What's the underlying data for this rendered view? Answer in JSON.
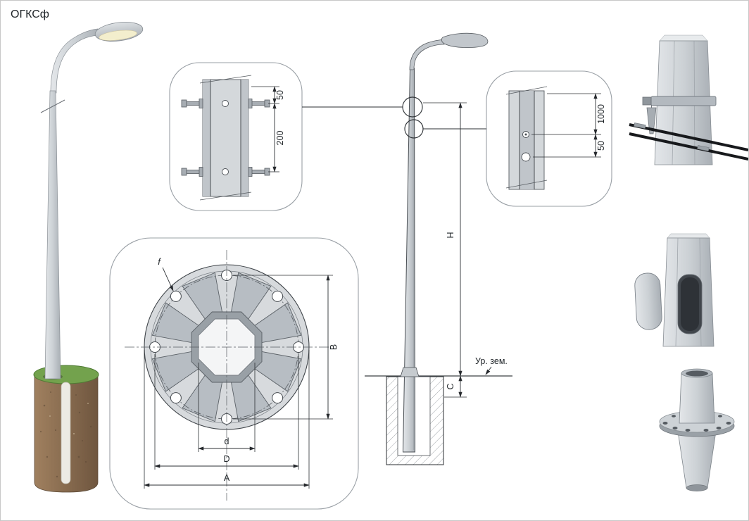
{
  "title": "ОГКСф",
  "callouts": {
    "top": {
      "dim_upper": "50",
      "dim_lower": "200"
    },
    "right": {
      "dim_upper": "1000",
      "dim_lower": "50"
    }
  },
  "flange_plan": {
    "hole_label": "f",
    "span_label": "B",
    "inner_label": "d",
    "bolt_circle_label": "D",
    "outer_label": "A"
  },
  "elevation": {
    "height_label": "H",
    "embed_label": "C",
    "ground_label": "Ур. зем."
  },
  "colors": {
    "metal_light": "#e3e6e9",
    "metal_dark": "#a9afb5",
    "grass_green": "#73a24d",
    "soil_light": "#a0805f",
    "soil_dark": "#6f563f",
    "lamp_glow": "#f3eecd",
    "cable_black": "#17191c"
  }
}
